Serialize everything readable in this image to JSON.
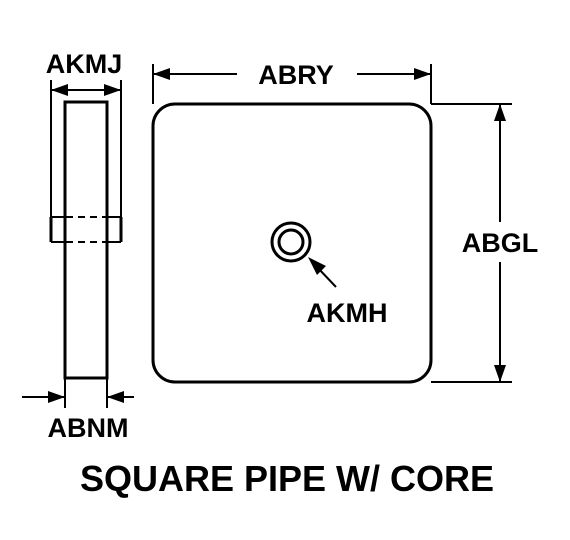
{
  "labels": {
    "side_thickness": "AKMJ",
    "width": "ABRY",
    "height": "ABGL",
    "core_diameter": "AKMH",
    "side_depth": "ABNM"
  },
  "title": "SQUARE PIPE W/ CORE"
}
